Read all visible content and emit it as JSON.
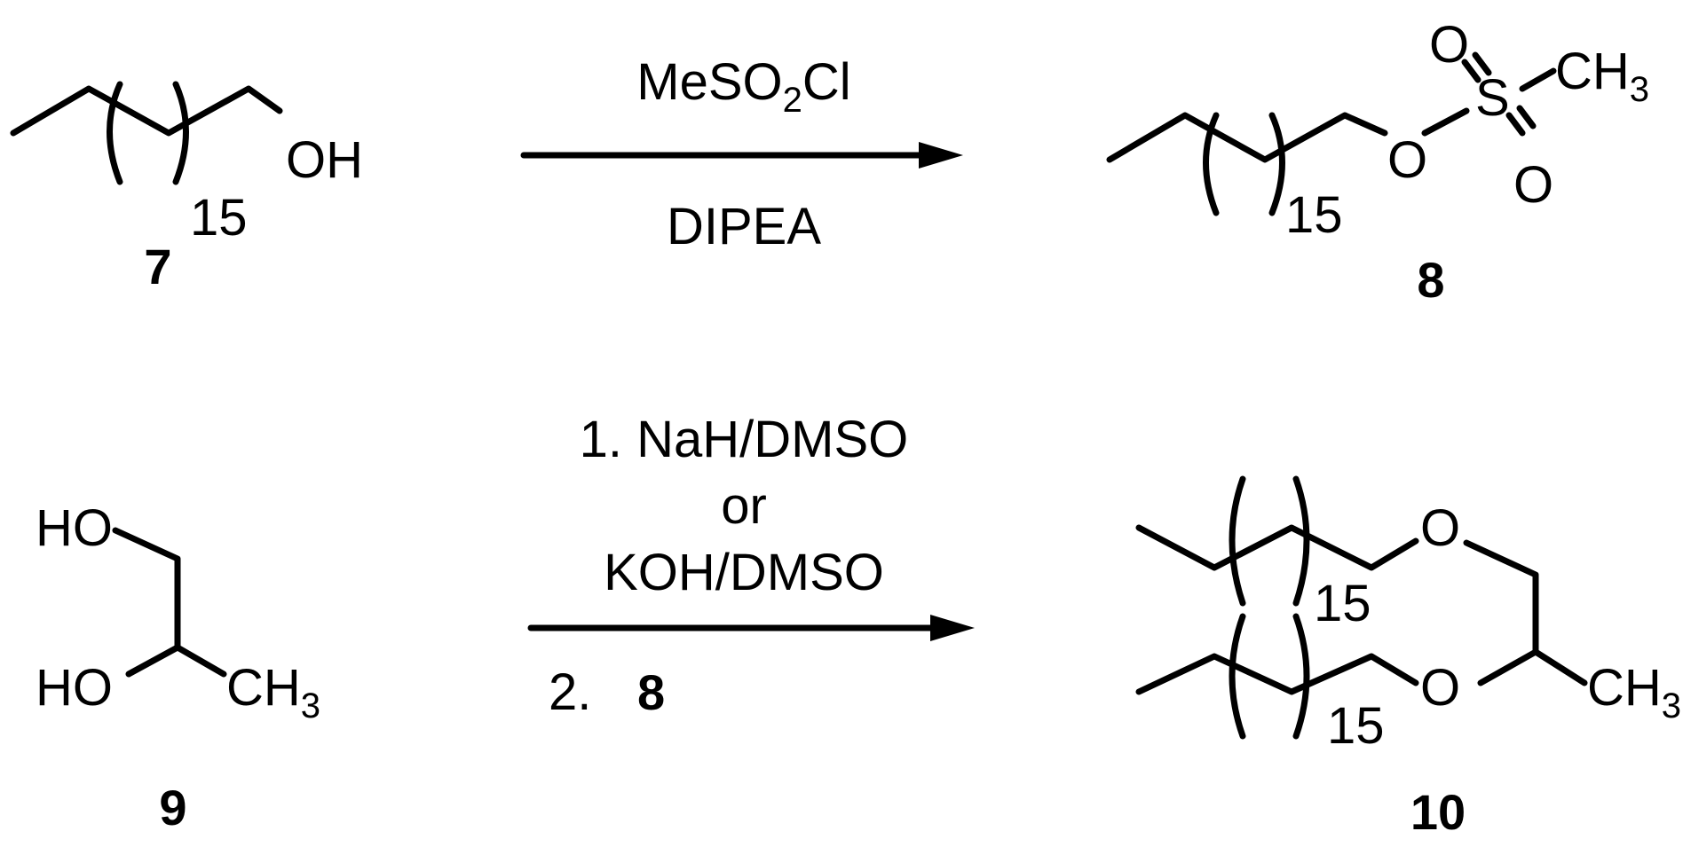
{
  "reactions": [
    {
      "reactant": {
        "number": "7",
        "atoms": {
          "oh": "OH"
        },
        "repeat": "15"
      },
      "reagents_above": [
        "MeSO",
        "2",
        "Cl"
      ],
      "reagents_below": [
        "DIPEA"
      ],
      "product": {
        "number": "8",
        "atoms": {
          "o_link": "O",
          "s": "S",
          "o_top": "O",
          "o_bottom": "O",
          "ch3_main": "CH",
          "ch3_sub": "3"
        },
        "repeat": "15"
      }
    },
    {
      "reactant": {
        "number": "9",
        "atoms": {
          "ho_top": "HO",
          "ho_bottom": "HO",
          "ch3_main": "CH",
          "ch3_sub": "3"
        }
      },
      "reagents_above": [
        "1. NaH/DMSO",
        "or",
        "KOH/DMSO"
      ],
      "reagents_below": [
        "2.",
        "8"
      ],
      "product": {
        "number": "10",
        "atoms": {
          "o_top": "O",
          "o_bottom": "O",
          "ch3_main": "CH",
          "ch3_sub": "3"
        },
        "repeat_top": "15",
        "repeat_bottom": "15"
      }
    }
  ]
}
